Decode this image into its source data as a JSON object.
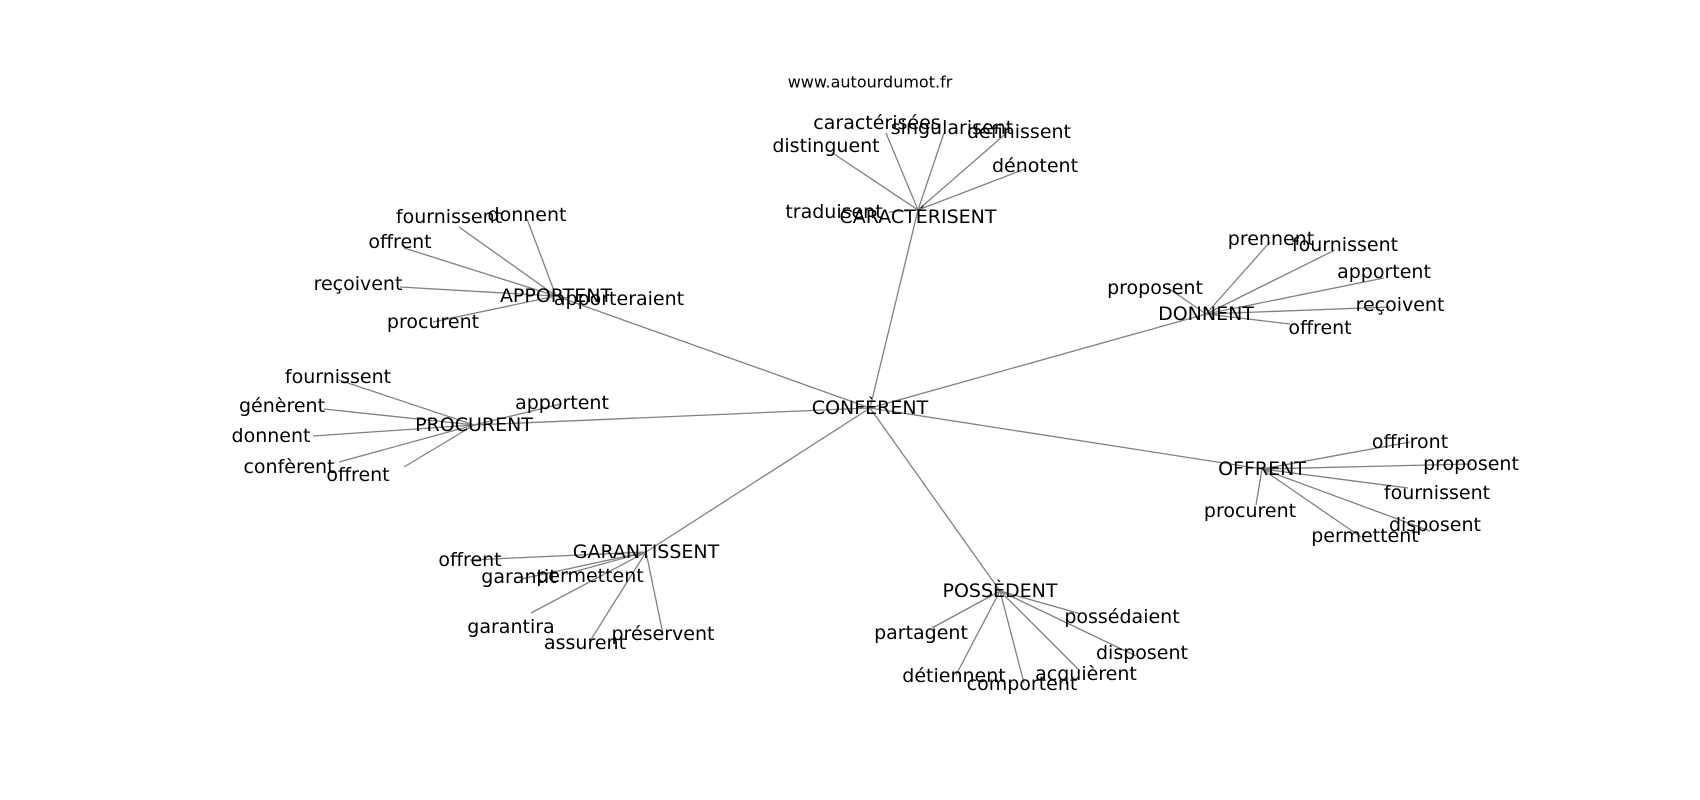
{
  "watermark": "www.autourdumot.fr",
  "graph": {
    "center": "CONFÈRENT",
    "branches": [
      {
        "hub": "CARACTÉRISENT",
        "leaves": [
          "distinguent",
          "caractérisées",
          "singularisent",
          "définissent",
          "dénotent",
          "traduisent"
        ]
      },
      {
        "hub": "APPORTENT",
        "leaves": [
          "fournissent",
          "donnent",
          "offrent",
          "reçoivent",
          "procurent",
          "apporteraient"
        ]
      },
      {
        "hub": "DONNENT",
        "leaves": [
          "prennent",
          "fournissent",
          "apportent",
          "proposent",
          "reçoivent",
          "offrent"
        ]
      },
      {
        "hub": "PROCURENT",
        "leaves": [
          "fournissent",
          "génèrent",
          "donnent",
          "confèrent",
          "offrent",
          "apportent"
        ]
      },
      {
        "hub": "OFFRENT",
        "leaves": [
          "offriront",
          "proposent",
          "fournissent",
          "disposent",
          "permettent",
          "procurent"
        ]
      },
      {
        "hub": "GARANTISSENT",
        "leaves": [
          "offrent",
          "garantit",
          "permettent",
          "garantira",
          "assurent",
          "préservent"
        ]
      },
      {
        "hub": "POSSÈDENT",
        "leaves": [
          "partagent",
          "possédaient",
          "disposent",
          "acquièrent",
          "détiennent",
          "comportent"
        ]
      }
    ]
  }
}
